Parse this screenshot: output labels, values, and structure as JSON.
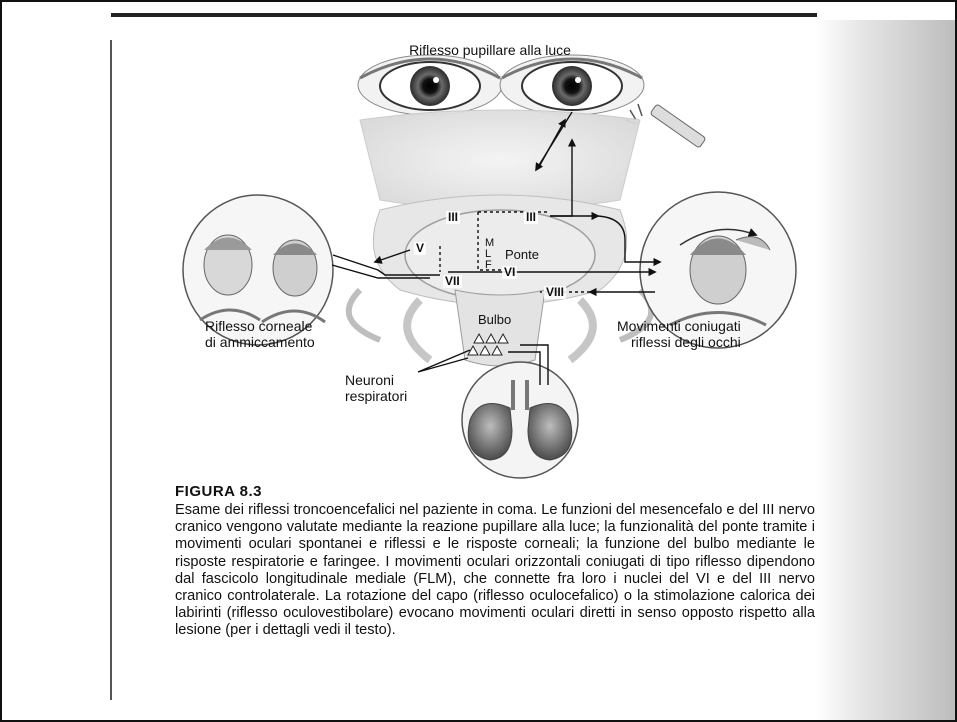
{
  "figure": {
    "title": "Riflesso pupillare alla luce",
    "label_corneal": "Riflesso corneale\ndi ammiccamento",
    "label_movements": "Movimenti coniugati\nriflessi degli occhi",
    "label_ponte": "Ponte",
    "label_bulbo": "Bulbo",
    "label_mlf": "M\nL\nF",
    "label_neuroni": "Neuroni\nrespiratori",
    "nerves": {
      "iii_left": "III",
      "iii_right": "III",
      "v": "V",
      "vi": "VI",
      "vii": "VII",
      "viii": "VIII"
    }
  },
  "caption": {
    "title": "FIGURA 8.3",
    "body": "Esame dei riflessi troncoencefalici nel paziente in coma. Le funzioni del mesencefalo e del III nervo cranico vengono valutate mediante la reazione pupillare alla luce; la funzionalità del ponte tramite i movimenti oculari spontanei e riflessi e le risposte corneali; la funzione del bulbo mediante le risposte respiratorie e faringee. I movimenti oculari orizzontali coniugati di tipo riflesso dipendono dal fascicolo longitudinale mediale (FLM), che connette fra loro i nuclei del VI e del III nervo cranico controlaterale. La rotazione del capo (riflesso oculocefalico) o la stimolazione calorica dei labirinti (riflesso oculovestibolare) evocano movimenti oculari diretti in senso opposto rispetto alla lesione (per i dettagli vedi il testo)."
  }
}
